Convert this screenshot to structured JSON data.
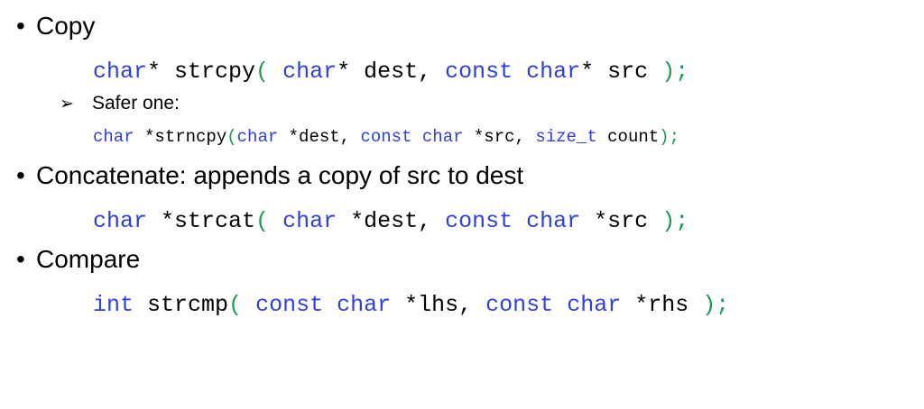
{
  "bullets": {
    "copy": {
      "marker": "•",
      "text": "Copy"
    },
    "concat": {
      "marker": "•",
      "text": "Concatenate: appends a copy of src to dest"
    },
    "compare": {
      "marker": "•",
      "text": "Compare"
    }
  },
  "sub_bullet": {
    "marker": "➢",
    "text": "Safer one:"
  },
  "code": {
    "strcpy": [
      {
        "t": "char",
        "c": "kw"
      },
      {
        "t": "* strcpy",
        "c": "tx"
      },
      {
        "t": "(",
        "c": "pn"
      },
      {
        "t": " ",
        "c": "tx"
      },
      {
        "t": "char",
        "c": "kw"
      },
      {
        "t": "* dest, ",
        "c": "tx"
      },
      {
        "t": "const",
        "c": "kw"
      },
      {
        "t": " ",
        "c": "tx"
      },
      {
        "t": "char",
        "c": "kw"
      },
      {
        "t": "* src ",
        "c": "tx"
      },
      {
        "t": ");",
        "c": "pn"
      }
    ],
    "strncpy": [
      {
        "t": "char",
        "c": "kw"
      },
      {
        "t": " *strncpy",
        "c": "tx"
      },
      {
        "t": "(",
        "c": "pn"
      },
      {
        "t": "char",
        "c": "kw"
      },
      {
        "t": " *dest, ",
        "c": "tx"
      },
      {
        "t": "const",
        "c": "kw"
      },
      {
        "t": " ",
        "c": "tx"
      },
      {
        "t": "char",
        "c": "kw"
      },
      {
        "t": " *src, ",
        "c": "tx"
      },
      {
        "t": "size_t",
        "c": "kw"
      },
      {
        "t": " count",
        "c": "tx"
      },
      {
        "t": ");",
        "c": "pn"
      }
    ],
    "strcat": [
      {
        "t": "char",
        "c": "kw"
      },
      {
        "t": " *strcat",
        "c": "tx"
      },
      {
        "t": "(",
        "c": "pn"
      },
      {
        "t": " ",
        "c": "tx"
      },
      {
        "t": "char",
        "c": "kw"
      },
      {
        "t": " *dest, ",
        "c": "tx"
      },
      {
        "t": "const",
        "c": "kw"
      },
      {
        "t": " ",
        "c": "tx"
      },
      {
        "t": "char",
        "c": "kw"
      },
      {
        "t": " *src ",
        "c": "tx"
      },
      {
        "t": ");",
        "c": "pn"
      }
    ],
    "strcmp": [
      {
        "t": "int",
        "c": "kw"
      },
      {
        "t": " strcmp",
        "c": "tx"
      },
      {
        "t": "(",
        "c": "pn"
      },
      {
        "t": " ",
        "c": "tx"
      },
      {
        "t": "const",
        "c": "kw"
      },
      {
        "t": " ",
        "c": "tx"
      },
      {
        "t": "char",
        "c": "kw"
      },
      {
        "t": " *lhs, ",
        "c": "tx"
      },
      {
        "t": "const",
        "c": "kw"
      },
      {
        "t": " ",
        "c": "tx"
      },
      {
        "t": "char",
        "c": "kw"
      },
      {
        "t": " *rhs ",
        "c": "tx"
      },
      {
        "t": ");",
        "c": "pn"
      }
    ]
  },
  "colors": {
    "keyword": "#2e40d9",
    "punctuation": "#1a9a55",
    "text": "#000000",
    "background": "#ffffff"
  }
}
